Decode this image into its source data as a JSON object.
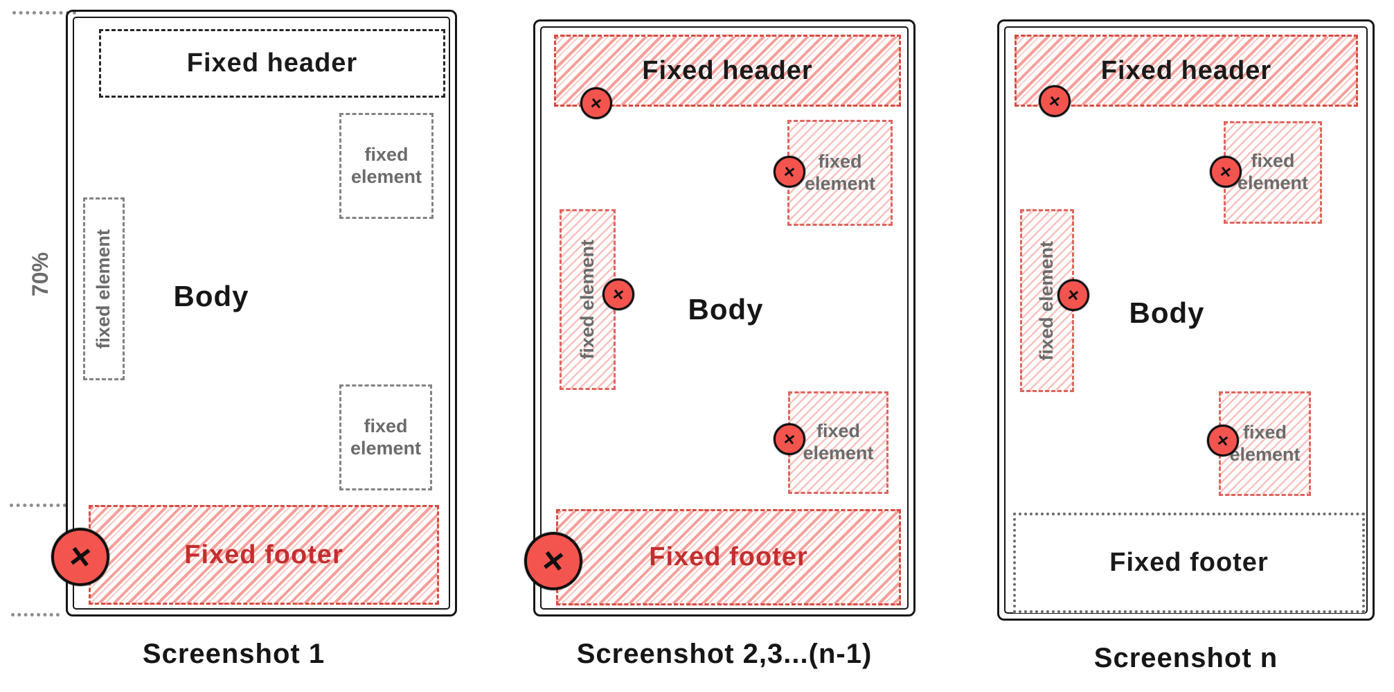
{
  "colors": {
    "ink": "#1a1a1a",
    "gray_text": "#6b6b6b",
    "gray_border": "#828282",
    "ruler_dots": "#8d8d8d",
    "red_border": "#d84a40",
    "red_hatch": "#f59a94",
    "red_text": "#c42e2e",
    "marker_fill": "#f4544e"
  },
  "icons": {
    "x_marker_glyph": "×"
  },
  "ruler": {
    "percent_label": "70%"
  },
  "panels": [
    {
      "caption": "Screenshot 1",
      "header": {
        "label": "Fixed header"
      },
      "elements": {
        "top_right": {
          "label": "fixed element"
        },
        "left": {
          "label": "fixed element"
        },
        "bottom_right": {
          "label": "fixed element"
        }
      },
      "body": {
        "label": "Body"
      },
      "footer": {
        "label": "Fixed footer"
      }
    },
    {
      "caption": "Screenshot 2,3...(n-1)",
      "header": {
        "label": "Fixed header"
      },
      "elements": {
        "top_right": {
          "label": "fixed element"
        },
        "left": {
          "label": "fixed element"
        },
        "bottom_right": {
          "label": "fixed element"
        }
      },
      "body": {
        "label": "Body"
      },
      "footer": {
        "label": "Fixed footer"
      }
    },
    {
      "caption": "Screenshot n",
      "header": {
        "label": "Fixed header"
      },
      "elements": {
        "top_right": {
          "label": "fixed element"
        },
        "left": {
          "label": "fixed element"
        },
        "bottom_right": {
          "label": "fixed element"
        }
      },
      "body": {
        "label": "Body"
      },
      "footer": {
        "label": "Fixed footer"
      }
    }
  ]
}
